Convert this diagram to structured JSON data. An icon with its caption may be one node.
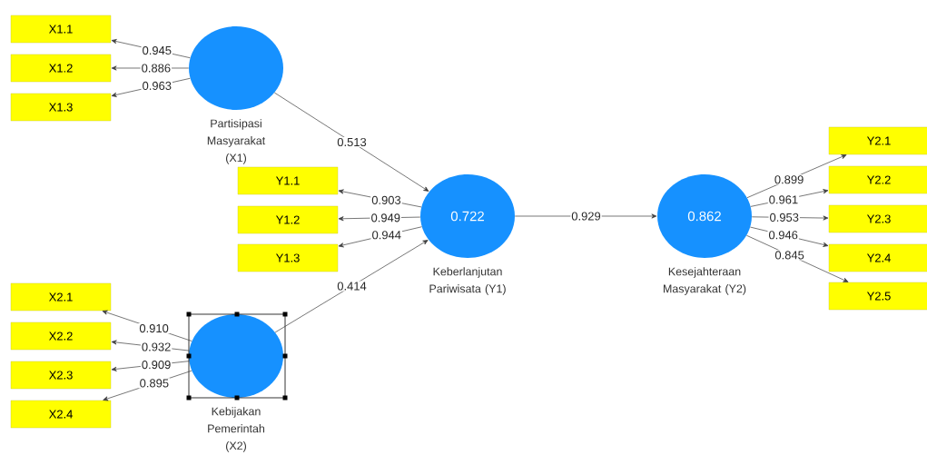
{
  "diagram": {
    "nodes": [
      {
        "text": [
          "Partisipasi Masyarakat (X1)"
        ]
      },
      {
        "text": [
          "X1.1"
        ]
      },
      {
        "text": [
          "X1.2"
        ]
      },
      {
        "text": [
          "X1.3"
        ]
      },
      {
        "text": [
          "0.722",
          "Keberlanjutan Pariwisata (Y1)"
        ]
      },
      {
        "text": [
          "Y1.1"
        ]
      },
      {
        "text": [
          "Y1.2"
        ]
      },
      {
        "text": [
          "Y1.3"
        ]
      },
      {
        "text": [
          "Kebijakan Pemerintah (X2)"
        ]
      },
      {
        "text": [
          "X2.1"
        ]
      },
      {
        "text": [
          "X2.2"
        ]
      },
      {
        "text": [
          "X2.3"
        ]
      },
      {
        "text": [
          "X2.4"
        ]
      },
      {
        "text": [
          "0.862",
          "Kesejahteraan Masyarakat (Y2)"
        ]
      },
      {
        "text": [
          "Y2.1"
        ]
      },
      {
        "text": [
          "Y2.2"
        ]
      },
      {
        "text": [
          "Y2.3"
        ]
      },
      {
        "text": [
          "Y2.4"
        ]
      },
      {
        "text": [
          "Y2.5"
        ]
      }
    ],
    "edges": [
      {
        "from": 0,
        "to": 1,
        "arrow": "to",
        "label": "0.945"
      },
      {
        "from": 0,
        "to": 2,
        "arrow": "to",
        "label": "0.886"
      },
      {
        "from": 0,
        "to": 3,
        "arrow": "to",
        "label": "0.963"
      },
      {
        "from": 0,
        "to": 4,
        "arrow": "to",
        "label": "0.513"
      },
      {
        "from": 4,
        "to": 5,
        "arrow": "to",
        "label": "0.903"
      },
      {
        "from": 4,
        "to": 6,
        "arrow": "to",
        "label": "0.949"
      },
      {
        "from": 4,
        "to": 7,
        "arrow": "to",
        "label": "0.944"
      },
      {
        "from": 8,
        "to": 4,
        "arrow": "to",
        "label": "0.414"
      },
      {
        "from": 8,
        "to": 9,
        "arrow": "to",
        "label": "0.910"
      },
      {
        "from": 8,
        "to": 10,
        "arrow": "to",
        "label": "0.932"
      },
      {
        "from": 8,
        "to": 11,
        "arrow": "to",
        "label": "0.909"
      },
      {
        "from": 8,
        "to": 12,
        "arrow": "to",
        "label": "0.895"
      },
      {
        "from": 4,
        "to": 13,
        "arrow": "to",
        "label": "0.929"
      },
      {
        "from": 13,
        "to": 14,
        "arrow": "to",
        "label": "0.899"
      },
      {
        "from": 13,
        "to": 15,
        "arrow": "to",
        "label": "0.961"
      },
      {
        "from": 13,
        "to": 16,
        "arrow": "to",
        "label": "0.953"
      },
      {
        "from": 13,
        "to": 17,
        "arrow": "to",
        "label": "0.946"
      },
      {
        "from": 13,
        "to": 18,
        "arrow": "to",
        "label": "0.845"
      }
    ]
  }
}
